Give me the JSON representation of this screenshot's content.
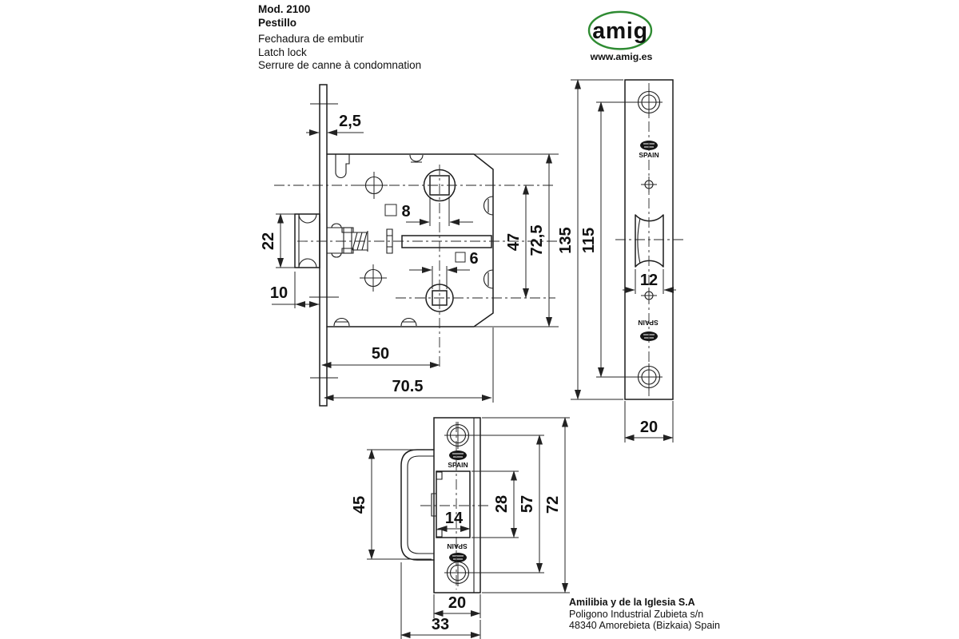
{
  "header": {
    "model": "Mod. 2100",
    "product_name": "Pestillo",
    "desc_pt": "Fechadura de embutir",
    "desc_en": "Latch lock",
    "desc_fr": "Serrure de canne à condomnation"
  },
  "brand": {
    "logo_text": "amig",
    "website": "www.amig.es",
    "stamp_text": "SPAIN",
    "green": "#2e8b32"
  },
  "dims": {
    "plate_thickness": "2,5",
    "latch_height": "22",
    "latch_projection": "10",
    "square8": "8",
    "square6": "6",
    "hub_distance": "47",
    "case_height": "72,5",
    "backset": "50",
    "case_depth": "70.5",
    "faceplate_length": "135",
    "faceplate_hole_distance": "115",
    "latch_width": "12",
    "faceplate_width": "20",
    "strike_flange_height": "45",
    "strike_opening_width": "14",
    "strike_opening_height": "28",
    "strike_hole_distance": "57",
    "strike_height": "72",
    "strike_width": "20",
    "strike_total_width": "33"
  },
  "footer": {
    "company": "Amilibia y de la Iglesia S.A",
    "address1": "Poligono Industrial Zubieta s/n",
    "address2": "48340 Amorebieta (Bizkaia) Spain"
  }
}
